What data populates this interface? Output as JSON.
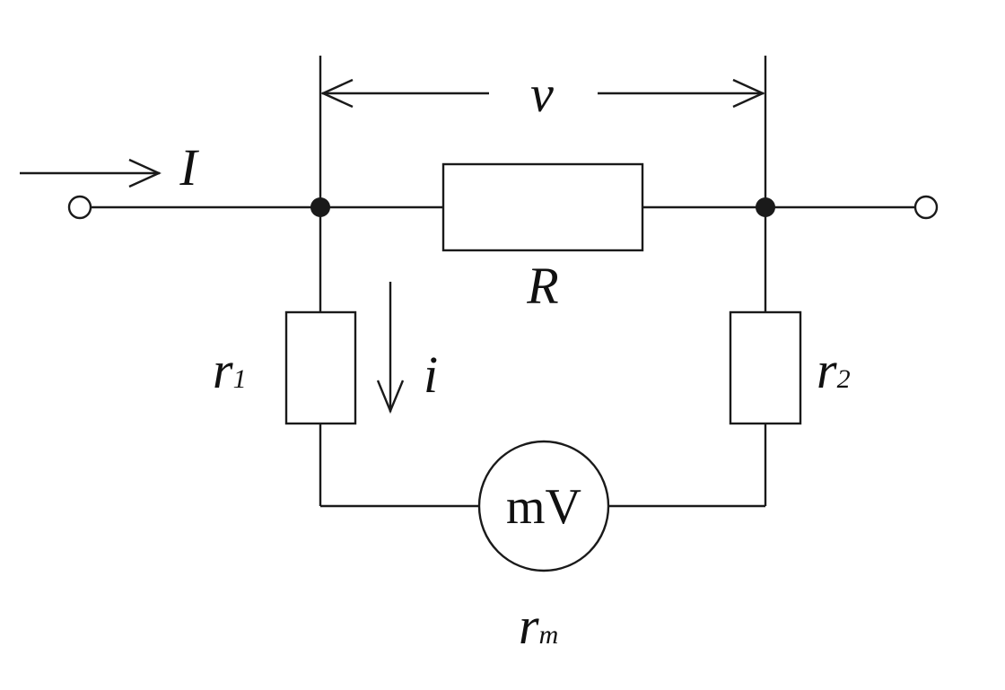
{
  "labels": {
    "voltage": "v",
    "current_total": "I",
    "current_branch": "i",
    "resistor_main": "R",
    "resistor_1": {
      "base": "r",
      "sub": "1"
    },
    "resistor_2": {
      "base": "r",
      "sub": "2"
    },
    "meter_resistance": {
      "base": "r",
      "sub": "m"
    }
  },
  "meter": {
    "symbol": "mV"
  }
}
